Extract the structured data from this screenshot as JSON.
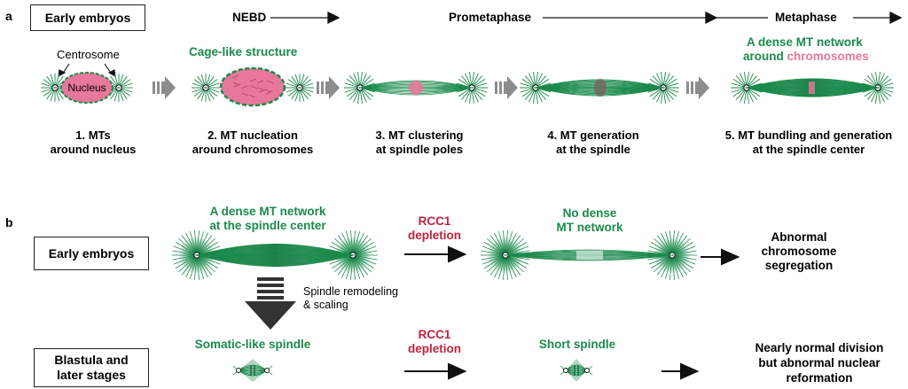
{
  "panel_a": {
    "letter": "a",
    "box_label": "Early embryos",
    "phases": {
      "nebd": "NEBD",
      "prometaphase": "Prometaphase",
      "metaphase": "Metaphase"
    },
    "annotations": {
      "centrosome": "Centrosome",
      "nucleus": "Nucleus",
      "cage": "Cage-like structure",
      "dense_line1": "A dense MT network",
      "dense_around": "around",
      "dense_chromosomes": "chromosomes"
    },
    "steps": [
      {
        "label": "1. MTs\naround nucleus"
      },
      {
        "label": "2. MT nucleation\naround chromosomes"
      },
      {
        "label": "3. MT clustering\nat spindle poles"
      },
      {
        "label": "4. MT generation\nat the spindle"
      },
      {
        "label": "5. MT bundling and generation\nat the spindle center"
      }
    ]
  },
  "panel_b": {
    "letter": "b",
    "early_box": "Early embryos",
    "later_box": "Blastula and\nlater stages",
    "dense_center": "A dense MT network\nat the spindle center",
    "rcc1_top": "RCC1\ndepletion",
    "no_dense": "No dense\nMT network",
    "abnormal": "Abnormal\nchromosome\nsegregation",
    "remodeling": "Spindle remodeling\n& scaling",
    "somatic": "Somatic-like spindle",
    "rcc1_bottom": "RCC1\ndepletion",
    "short_spindle": "Short spindle",
    "nearly_normal": "Nearly normal division\nbut abnormal nuclear\nreformation"
  },
  "colors": {
    "mt_green": "#1a8a4c",
    "nucleus_pink": "#e8789a",
    "label_red": "#c0223e",
    "arrow_grey": "#8c8c8c"
  }
}
